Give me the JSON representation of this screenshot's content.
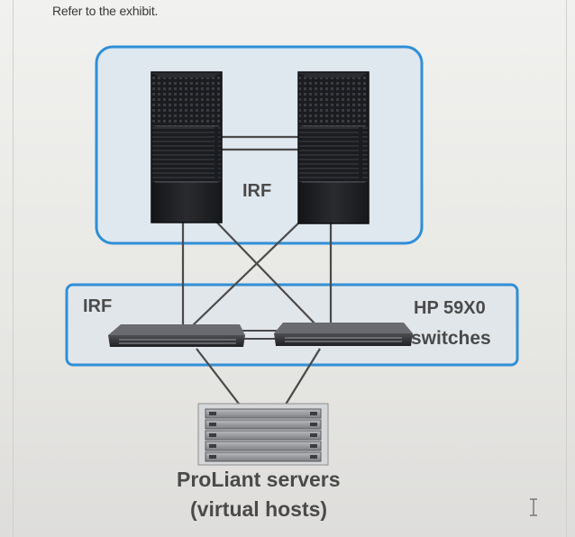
{
  "header": {
    "instruction": "Refer to the exhibit."
  },
  "diagram": {
    "core_cluster": {
      "irf_label": "IRF",
      "chassis_count": 2
    },
    "access_cluster": {
      "irf_label": "IRF",
      "model_label": "HP 59X0",
      "switches_label": "switches",
      "switch_count": 2
    },
    "servers": {
      "title": "ProLiant servers",
      "subtitle": "(virtual hosts)",
      "rack_units": 5
    }
  },
  "colors": {
    "group_border": "#2f8fd6",
    "group_fill": "#dfe7ef",
    "chassis_dark": "#1e1f22",
    "link_line": "#4a4a4a",
    "label_text": "#4a4a4a"
  },
  "icons": {
    "cursor": "text-cursor-icon"
  }
}
